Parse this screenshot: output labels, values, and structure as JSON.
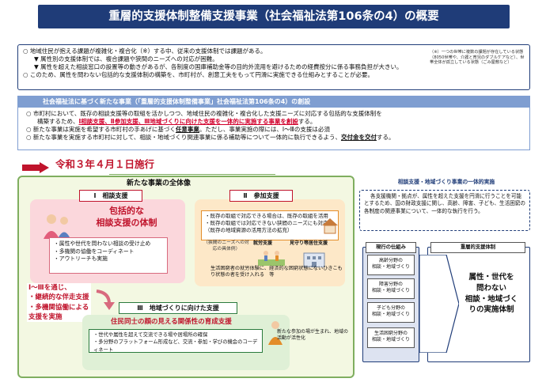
{
  "title": "重層的支援体制整備支援事業（社会福祉法第106条の4）の概要",
  "summary": {
    "line1": "○ 地域住民が抱える課題が複雑化・複合化（※）する中、従来の支援体制では課題がある。",
    "line2": "▼ 属性別の支援体制では、複合課題や狭間のニーズへの対応が困難。",
    "line3": "▼ 属性を超えた相談窓口の設置等の動きがあるが、各制度の国庫補助金等の目的外流用を避けるための経費按分に係る事務負担が大きい。",
    "line4_a": "○ このため、属性を問わない包括的な支援体制の構築を、市町村が、",
    "line4_b": "創意工夫をもって円滑に実施できる仕組みとすることが必要。",
    "footnote": "（※）一つの世帯に複数の課題が存在している状態（8050世帯や、介護と育児のダブルケアなど）、世帯全体が孤立している状態（ごみ屋敷など）"
  },
  "law": {
    "header": "社会福祉法に基づく新たな事業（「重層的支援体制整備事業」社会福祉法第106条の4）の創設",
    "l1": "○ 市町村において、既存の相談支援等の取組を活かしつつ、地域住民の複雑化・複合化した支援ニーズに対応する包括的な支援体制を",
    "l2_a": "構築するため、",
    "l2_b": "Ⅰ相談支援、Ⅱ参加支援、Ⅲ地域づくりに向けた支援を一体的に実施する事業を創設",
    "l2_c": "する。",
    "l3_a": "○ 新たな事業は実施を希望する市町村の手あげに基づく",
    "l3_b": "任意事業",
    "l3_c": "。ただし、事業実施の際には、Ⅰ～Ⅲの支援は必須",
    "l4_a": "○ 新たな事業を実施する市町村に対して、相談・地域づくり関連事業に係る補助等について一体的に執行できるよう、",
    "l4_b": "交付金を交付",
    "l4_c": "する。"
  },
  "effective_date": "令和３年４月１日施行",
  "framework": {
    "overall": "新たな事業の全体像",
    "p1": {
      "tag": "Ⅰ　相談支援",
      "title": "包括的な\n相談支援の体制",
      "items": [
        "・属性や世代を問わない相談の受け止め",
        "・多機関の協働をコーディネート",
        "・アウトリーチも実施"
      ]
    },
    "p2": {
      "tag": "Ⅱ　参加支援",
      "box": [
        "・既存の取組で対応できる場合は、既存の取組を活用",
        "・既存の取組では対応できない狭間のニーズにも対応",
        "（既存の地域資源の活用方法の拡充）"
      ],
      "sub_a": "（狭間のニーズへの対応の具体例）",
      "sub_b": "就労支援",
      "sub_c": "見守り等居住支援",
      "note": "生活困窮者の就労体験に、経済的な困窮状態にないひきこもり状態の者を受け入れる　等"
    },
    "path_label": "Ⅰ～Ⅲを通じ、\n・継続的な伴走支援\n・多機関協働による\n支援を実施",
    "p3": {
      "tag": "Ⅲ　地域づくりに向けた支援",
      "title": "住民同士の顔の見える関係性の育成支援",
      "items": [
        "・世代や属性を超えて交流できる場や居場所の確保",
        "・多分野のプラットフォーム形成など、交流・参加・学びの機会のコーディネート"
      ],
      "note": "新たな参加の場が生まれ、地域の活動が活性化"
    }
  },
  "implementation": {
    "title": "相談支援・地域づくり事業の一体的実施",
    "desc": "各支援機関・拠点が、属性を超えた支援を円滑に行うことを可能とするため、国の財政支援に関し、高齢、障害、子ども、生活困窮の各制度の関連事業について、一体的な執行を行う。",
    "current": {
      "title": "現行の仕組み",
      "boxes": [
        "高齢分野の\n相談・地域づくり",
        "障害分野の\n相談・地域づくり",
        "子ども分野の\n相談・地域づくり",
        "生活困窮分野の\n相談・地域づくり"
      ]
    },
    "multi": {
      "title": "重層的支援体制",
      "body": "属性・世代を\n問わない\n相談・地域づく\nりの実施体制"
    }
  }
}
